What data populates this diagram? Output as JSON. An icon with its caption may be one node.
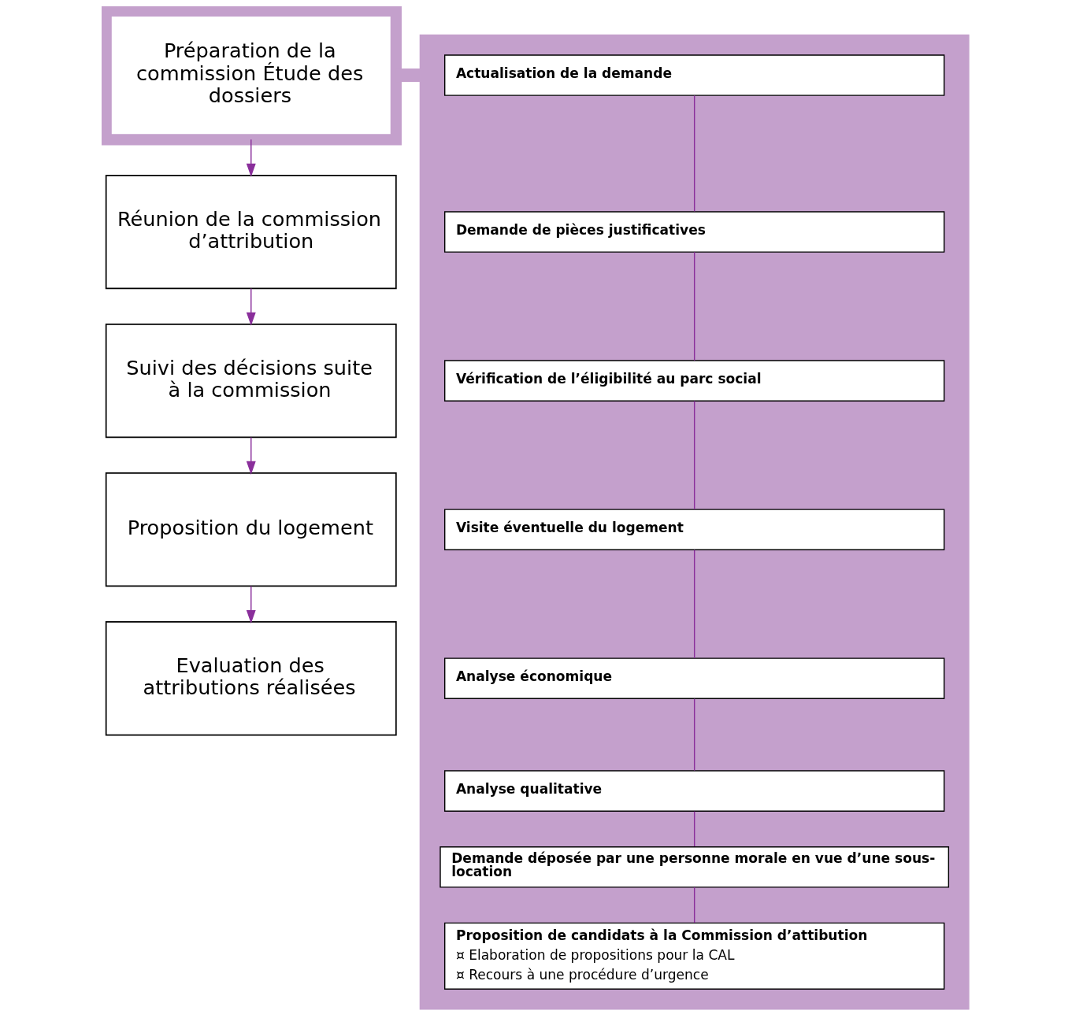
{
  "diagram": {
    "nodes": [
      {
        "text": [
          "Préparation de la commission Étude des dossiers"
        ]
      },
      {
        "text": [],
        "shape": "box"
      },
      {
        "text": [
          "Actualisation de la demande"
        ],
        "in": 1
      },
      {
        "text": [
          "Demande de pièces justificatives"
        ],
        "in": 1
      },
      {
        "text": [
          "Vérification de l’éligibilité au parc social"
        ],
        "in": 1
      },
      {
        "text": [
          "Visite éventuelle du logement"
        ],
        "in": 1
      },
      {
        "text": [
          "Analyse économique"
        ],
        "in": 1
      },
      {
        "text": [
          "Analyse qualitative"
        ],
        "in": 1
      },
      {
        "text": [
          "Demande déposée par une personne morale en vue d’une sous-location"
        ],
        "in": 1
      },
      {
        "text": [
          "Proposition de candidats à la Commission d’attibution",
          "¤ Elaboration de propositions pour la CAL",
          "¤ Recours à une procédure d’urgence"
        ],
        "in": 1
      },
      {
        "text": [
          "Réunion de la commission d’attribution"
        ]
      },
      {
        "text": [
          "Suivi des décisions suite à la commission"
        ]
      },
      {
        "text": [
          "Proposition du logement"
        ]
      },
      {
        "text": [
          "Evaluation des attributions réalisées"
        ]
      }
    ],
    "edges": [
      {
        "from": 0,
        "to": 1,
        "arrow": "none",
        "style": "thick",
        "color": "#c4a0cc"
      },
      {
        "from": 2,
        "to": 3,
        "arrow": "none"
      },
      {
        "from": 3,
        "to": 4,
        "arrow": "none"
      },
      {
        "from": 4,
        "to": 5,
        "arrow": "none"
      },
      {
        "from": 5,
        "to": 6,
        "arrow": "none"
      },
      {
        "from": 6,
        "to": 7,
        "arrow": "none"
      },
      {
        "from": 7,
        "to": 8,
        "arrow": "none"
      },
      {
        "from": 8,
        "to": 9,
        "arrow": "none"
      },
      {
        "from": 0,
        "to": 10,
        "arrow": "to"
      },
      {
        "from": 10,
        "to": 11,
        "arrow": "to"
      },
      {
        "from": 11,
        "to": 12,
        "arrow": "to"
      },
      {
        "from": 12,
        "to": 13,
        "arrow": "to"
      }
    ]
  }
}
